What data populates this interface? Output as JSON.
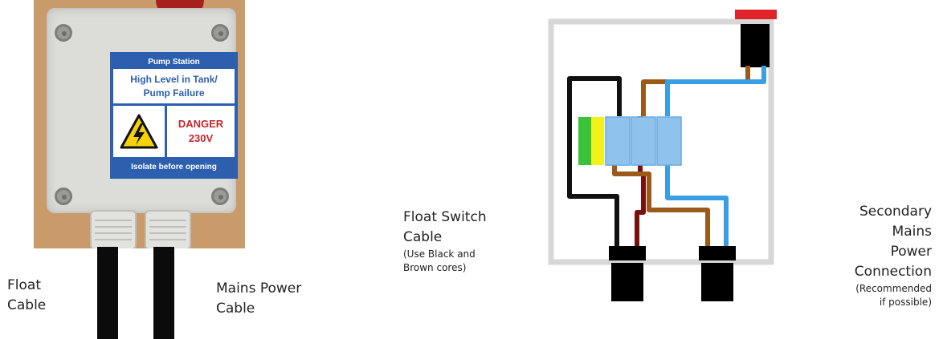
{
  "photo": {
    "sticker_header": "Pump Station",
    "sticker_message_line1": "High Level in Tank/",
    "sticker_message_line2": "Pump Failure",
    "danger_line1": "DANGER",
    "danger_line2": "230V",
    "sticker_footer": "Isolate before opening"
  },
  "labels": {
    "float_cable_line1": "Float",
    "float_cable_line2": "Cable",
    "mains_cable_line1": "Mains Power",
    "mains_cable_line2": "Cable",
    "float_switch_line1": "Float Switch",
    "float_switch_line2": "Cable",
    "float_switch_note1": "(Use Black and",
    "float_switch_note2": "Brown cores)",
    "secondary_line1": "Secondary",
    "secondary_line2": "Mains",
    "secondary_line3": "Power",
    "secondary_line4": "Connection",
    "secondary_note1": "(Recommended",
    "secondary_note2": "if possible)"
  },
  "colors": {
    "wire_black": "#111111",
    "wire_brown": "#9b5a1a",
    "wire_red": "#7a0f0f",
    "wire_blue": "#3a9ee4",
    "terminal_blue": "#8fc3ee",
    "earth_green": "#39c23a",
    "earth_yellow": "#f2f21a",
    "beacon_red": "#e0232b",
    "sticker_blue": "#2c5fae",
    "danger_red": "#c2272d"
  }
}
